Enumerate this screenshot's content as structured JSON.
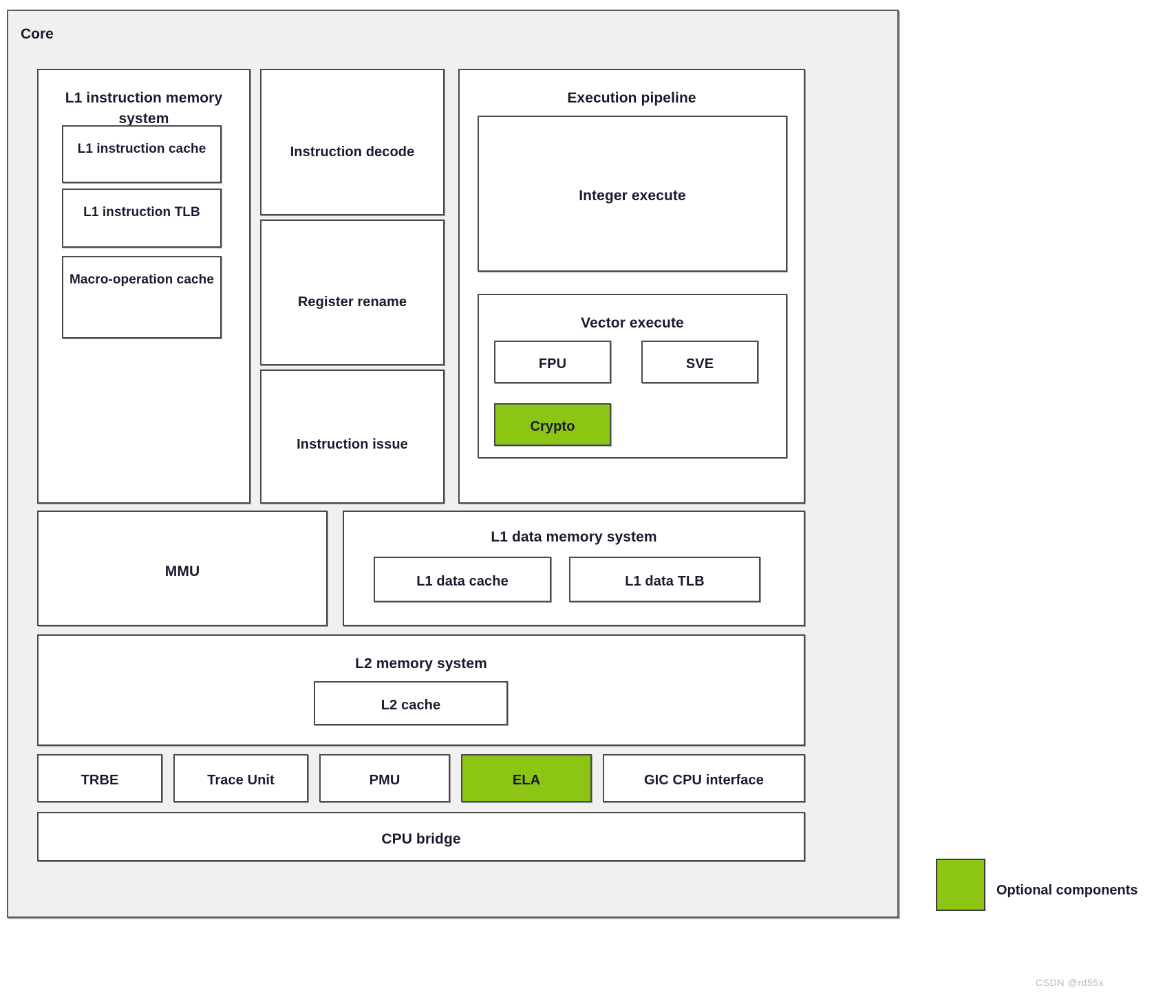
{
  "diagram": {
    "title": "Core",
    "colors": {
      "optional_fill": "#8CC513",
      "core_background": "#F0F0F0",
      "box_background": "#FFFFFF",
      "border": "#4A4A4A",
      "text": "#1A1A2E"
    }
  },
  "instruction_memory": {
    "title": "L1 instruction memory system",
    "blocks": [
      {
        "label": "L1 instruction cache",
        "optional": false
      },
      {
        "label": "L1 instruction TLB",
        "optional": false
      },
      {
        "label": "Macro-operation cache",
        "optional": false
      }
    ]
  },
  "frontend": {
    "blocks": [
      {
        "label": "Instruction decode"
      },
      {
        "label": "Register rename"
      },
      {
        "label": "Instruction issue"
      }
    ]
  },
  "execution_pipeline": {
    "title": "Execution pipeline",
    "integer": {
      "label": "Integer execute"
    },
    "vector": {
      "title": "Vector execute",
      "units": [
        {
          "label": "FPU",
          "optional": false
        },
        {
          "label": "SVE",
          "optional": false
        },
        {
          "label": "Crypto",
          "optional": true
        }
      ]
    }
  },
  "mmu": {
    "label": "MMU"
  },
  "data_memory": {
    "title": "L1 data memory system",
    "blocks": [
      {
        "label": "L1 data cache"
      },
      {
        "label": "L1 data TLB"
      }
    ]
  },
  "l2_memory": {
    "title": "L2 memory system",
    "blocks": [
      {
        "label": "L2 cache"
      }
    ]
  },
  "utility_row": {
    "blocks": [
      {
        "label": "TRBE",
        "optional": false
      },
      {
        "label": "Trace Unit",
        "optional": false
      },
      {
        "label": "PMU",
        "optional": false
      },
      {
        "label": "ELA",
        "optional": true
      },
      {
        "label": "GIC CPU interface",
        "optional": false
      }
    ]
  },
  "bridge": {
    "label": "CPU bridge"
  },
  "legend": {
    "swatch_color": "#8CC513",
    "label": "Optional components"
  },
  "watermark": {
    "text": "CSDN @rd55x"
  }
}
